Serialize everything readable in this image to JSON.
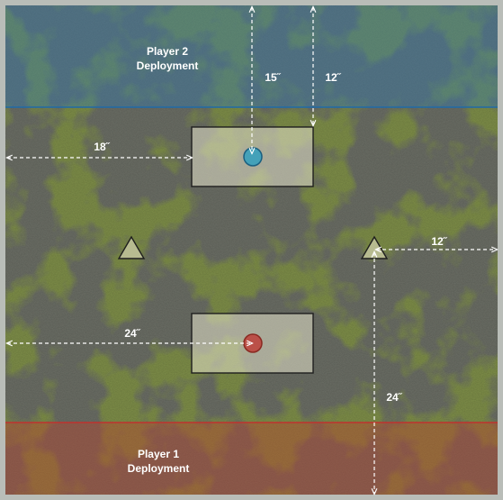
{
  "zones": {
    "player2": {
      "line1": "Player 2",
      "line2": "Deployment",
      "color": "#1f6aa8"
    },
    "player1": {
      "line1": "Player 1",
      "line2": "Deployment",
      "color": "#c0322e"
    }
  },
  "measurements": {
    "top_center": "15˝",
    "top_right": "12˝",
    "left_upper": "18˝",
    "right_edge": "12˝",
    "left_lower": "24˝",
    "bottom_right": "24˝"
  },
  "objectives": {
    "blue_color": "#2a9fc0",
    "red_color": "#c0322e"
  },
  "terrain": {
    "triangle_left": "triangle-terrain-icon",
    "triangle_right": "triangle-terrain-icon"
  }
}
